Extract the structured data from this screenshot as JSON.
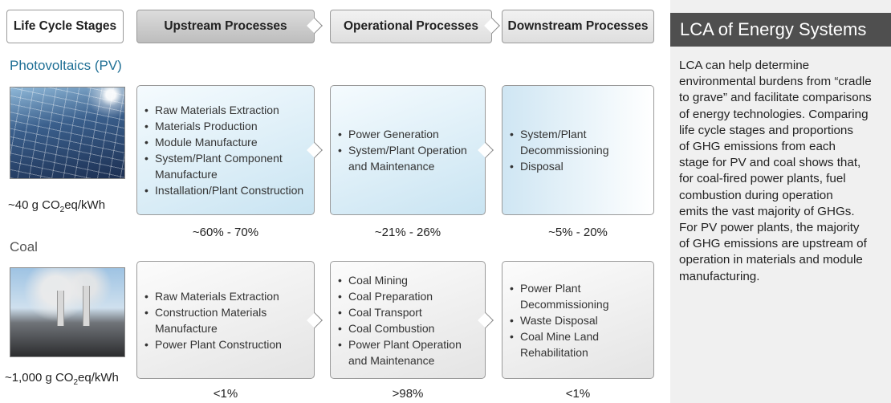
{
  "header": {
    "stages_label": "Life Cycle Stages",
    "upstream_label": "Upstream Processes",
    "operational_label": "Operational Processes",
    "downstream_label": "Downstream  Processes"
  },
  "pv": {
    "title": "Photovoltaics (PV)",
    "emissions_prefix": "~40 g CO",
    "emissions_sub": "2",
    "emissions_suffix": "eq/kWh",
    "upstream_items": [
      "Raw Materials Extraction",
      "Materials Production",
      "Module Manufacture",
      "System/Plant Component Manufacture",
      "Installation/Plant Construction"
    ],
    "operational_items": [
      "Power Generation",
      "System/Plant Operation and Maintenance"
    ],
    "downstream_items": [
      "System/Plant Decommissioning",
      "Disposal"
    ],
    "upstream_pct": "~60% - 70%",
    "operational_pct": "~21% - 26%",
    "downstream_pct": "~5% - 20%"
  },
  "coal": {
    "title": "Coal",
    "emissions_prefix": "~1,000 g CO",
    "emissions_sub": "2",
    "emissions_suffix": "eq/kWh",
    "upstream_items": [
      "Raw Materials Extraction",
      "Construction Materials Manufacture",
      "Power Plant Construction"
    ],
    "operational_items": [
      "Coal Mining",
      "Coal Preparation",
      "Coal Transport",
      "Coal Combustion",
      "Power Plant Operation and Maintenance"
    ],
    "downstream_items": [
      "Power Plant Decommissioning",
      "Waste Disposal",
      "Coal Mine Land Rehabilitation"
    ],
    "upstream_pct": "<1%",
    "operational_pct": ">98%",
    "downstream_pct": "<1%"
  },
  "side_panel": {
    "title": "LCA of Energy Systems",
    "lines": [
      "LCA can help determine",
      "environmental burdens from “cradle",
      "to grave” and facilitate comparisons",
      "of energy technologies. Comparing",
      "life cycle stages and proportions",
      "of GHG emissions from each",
      "stage for PV and coal shows that,",
      "for coal-fired power plants, fuel",
      "combustion during operation",
      "emits the vast majority of GHGs.",
      "For PV power plants, the majority",
      "of GHG emissions are upstream of",
      "operation in materials and module",
      "manufacturing."
    ]
  },
  "colors": {
    "pv_title": "#1f6f95",
    "side_title_bg": "#4f4f4f",
    "side_bg": "#f0f0f0"
  }
}
